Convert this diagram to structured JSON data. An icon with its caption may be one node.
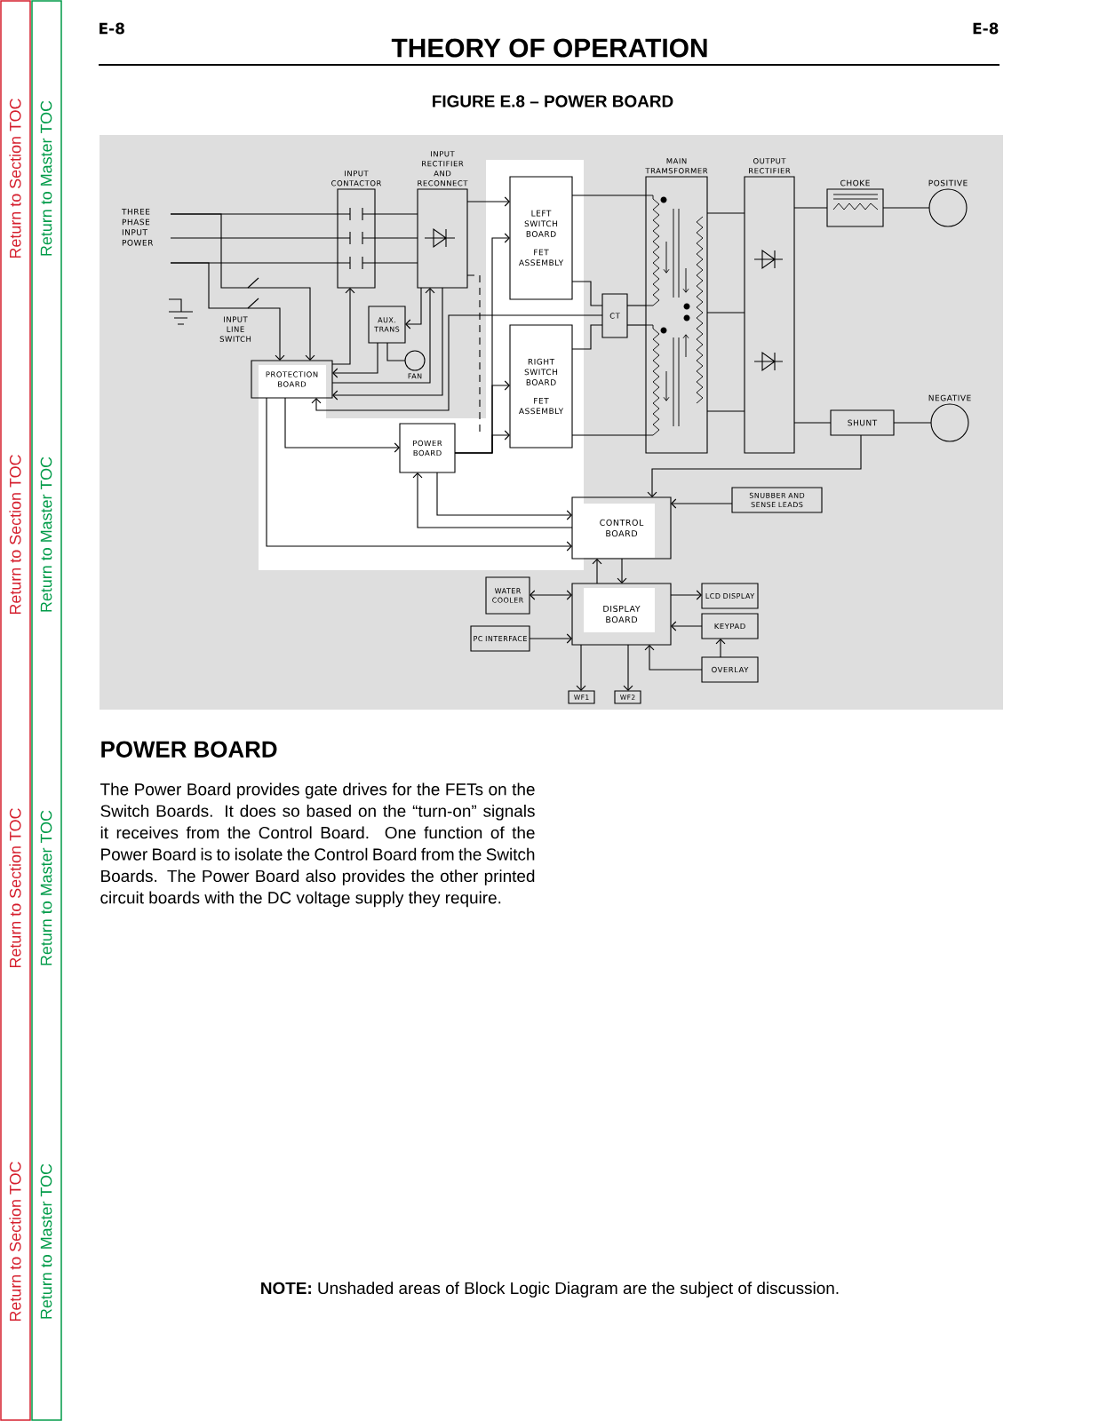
{
  "diagram": {
    "title": "THEORY OF OPERATION",
    "caption": "FIGURE E.8 – POWER BOARD",
    "nodes": [
      {
        "text": [
          "THREE PHASE INPUT POWER"
        ]
      },
      {
        "text": [
          "INPUT CONTACTOR"
        ]
      },
      {
        "text": [
          "INPUT RECTIFIER AND RECONNECT"
        ]
      },
      {
        "text": [
          "LEFT SWITCH BOARD",
          "FET ASSEMBLY"
        ]
      },
      {
        "text": [
          "RIGHT SWITCH BOARD",
          "FET ASSEMBLY"
        ]
      },
      {
        "text": [
          "MAIN TRAMSFORMER"
        ]
      },
      {
        "text": [
          "OUTPUT RECTIFIER"
        ]
      },
      {
        "text": [
          "CHOKE"
        ]
      },
      {
        "text": [
          "POSITIVE"
        ]
      },
      {
        "text": [
          "CT"
        ]
      },
      {
        "text": [
          "AUX. TRANS"
        ]
      },
      {
        "text": [
          "FAN"
        ]
      },
      {
        "text": [
          "PROTECTION BOARD"
        ]
      },
      {
        "text": [
          "NEGATIVE"
        ]
      },
      {
        "text": [
          "SHUNT"
        ]
      },
      {
        "text": [
          "POWER BOARD"
        ]
      },
      {
        "text": [
          "SNUBBER AND SENSE LEADS"
        ]
      },
      {
        "text": [
          "CONTROL BOARD"
        ]
      },
      {
        "text": [
          "WATER COOLER"
        ]
      },
      {
        "text": [
          "DISPLAY BOARD"
        ]
      },
      {
        "text": [
          "LCD DISPLAY"
        ]
      },
      {
        "text": [
          "PC INTERFACE"
        ]
      },
      {
        "text": [
          "KEYPAD"
        ]
      },
      {
        "text": [
          "OVERLAY"
        ]
      },
      {
        "text": [
          "WF1"
        ]
      },
      {
        "text": [
          "WF2"
        ]
      }
    ],
    "edges": [
      {
        "from": 0,
        "to": 1,
        "arrow": "none"
      },
      {
        "from": 0,
        "to": 1,
        "arrow": "none"
      },
      {
        "from": 0,
        "to": 1,
        "arrow": "none"
      },
      {
        "from": 1,
        "to": 2,
        "arrow": "none"
      },
      {
        "from": 1,
        "to": 2,
        "arrow": "none"
      },
      {
        "from": 1,
        "to": 2,
        "arrow": "none"
      },
      {
        "from": 0,
        "to": 12,
        "arrow": "to"
      },
      {
        "from": 0,
        "to": 12,
        "arrow": "to"
      },
      {
        "from": 12,
        "to": 1,
        "arrow": "to"
      },
      {
        "from": 2,
        "to": 10,
        "arrow": "to"
      },
      {
        "from": 10,
        "to": 11,
        "arrow": "none"
      },
      {
        "from": 10,
        "to": 12,
        "arrow": "to"
      },
      {
        "from": 12,
        "to": 2,
        "arrow": "to"
      },
      {
        "from": 2,
        "to": 12,
        "arrow": "to"
      },
      {
        "from": 9,
        "to": 12,
        "arrow": "to"
      },
      {
        "from": 2,
        "to": 3,
        "arrow": "to"
      },
      {
        "from": 2,
        "to": null,
        "arrow": "none",
        "style": "dashed"
      },
      {
        "from": 15,
        "to": 3,
        "arrow": "to"
      },
      {
        "from": 15,
        "to": 4,
        "arrow": "to"
      },
      {
        "from": 15,
        "to": 4,
        "arrow": "to"
      },
      {
        "from": 3,
        "to": 5,
        "arrow": "none"
      },
      {
        "from": 3,
        "to": 9,
        "arrow": "none"
      },
      {
        "from": 9,
        "to": 5,
        "arrow": "none"
      },
      {
        "from": 4,
        "to": 9,
        "arrow": "none"
      },
      {
        "from": 9,
        "to": 5,
        "arrow": "none"
      },
      {
        "from": 4,
        "to": 5,
        "arrow": "none"
      },
      {
        "from": 5,
        "to": 6,
        "arrow": "none"
      },
      {
        "from": 5,
        "to": 6,
        "arrow": "none"
      },
      {
        "from": 5,
        "to": 6,
        "arrow": "none"
      },
      {
        "from": 6,
        "to": 7,
        "arrow": "none"
      },
      {
        "from": 7,
        "to": 8,
        "arrow": "none"
      },
      {
        "from": 6,
        "to": 14,
        "arrow": "none"
      },
      {
        "from": 14,
        "to": 13,
        "arrow": "none"
      },
      {
        "from": 14,
        "to": 17,
        "arrow": "to"
      },
      {
        "from": 16,
        "to": 17,
        "arrow": "to"
      },
      {
        "from": 12,
        "to": 15,
        "arrow": "to"
      },
      {
        "from": 12,
        "to": 17,
        "arrow": "to"
      },
      {
        "from": 15,
        "to": 17,
        "arrow": "to"
      },
      {
        "from": 17,
        "to": 15,
        "arrow": "to"
      },
      {
        "from": 19,
        "to": 17,
        "arrow": "to"
      },
      {
        "from": 17,
        "to": 19,
        "arrow": "to"
      },
      {
        "from": 18,
        "to": 19,
        "arrow": "both"
      },
      {
        "from": 21,
        "to": 19,
        "arrow": "to"
      },
      {
        "from": 19,
        "to": 20,
        "arrow": "to"
      },
      {
        "from": 22,
        "to": 19,
        "arrow": "to"
      },
      {
        "from": 23,
        "to": 22,
        "arrow": "to"
      },
      {
        "from": 23,
        "to": 19,
        "arrow": "to"
      },
      {
        "from": 19,
        "to": 24,
        "arrow": "to"
      },
      {
        "from": 19,
        "to": 25,
        "arrow": "to"
      }
    ],
    "labels": [
      "E-8",
      "E-8",
      "Return to Section TOC",
      "Return to Section TOC",
      "Return to Section TOC",
      "Return to Section TOC",
      "Return to Master TOC",
      "Return to Master TOC",
      "Return to Master TOC",
      "Return to Master TOC",
      "INPUT LINE SWITCH",
      "POWER BOARD",
      "The Power Board provides gate drives for the FETs on the Switch Boards.  It does so based on the “turn-on” signals it receives from the Control Board.  One function of the Power Board is to isolate the Control Board from the Switch Boards.  The Power Board also provides the other printed circuit boards with the DC voltage supply they require.",
      "**NOTE:**  Unshaded areas of Block Logic Diagram are the subject of discussion."
    ]
  }
}
